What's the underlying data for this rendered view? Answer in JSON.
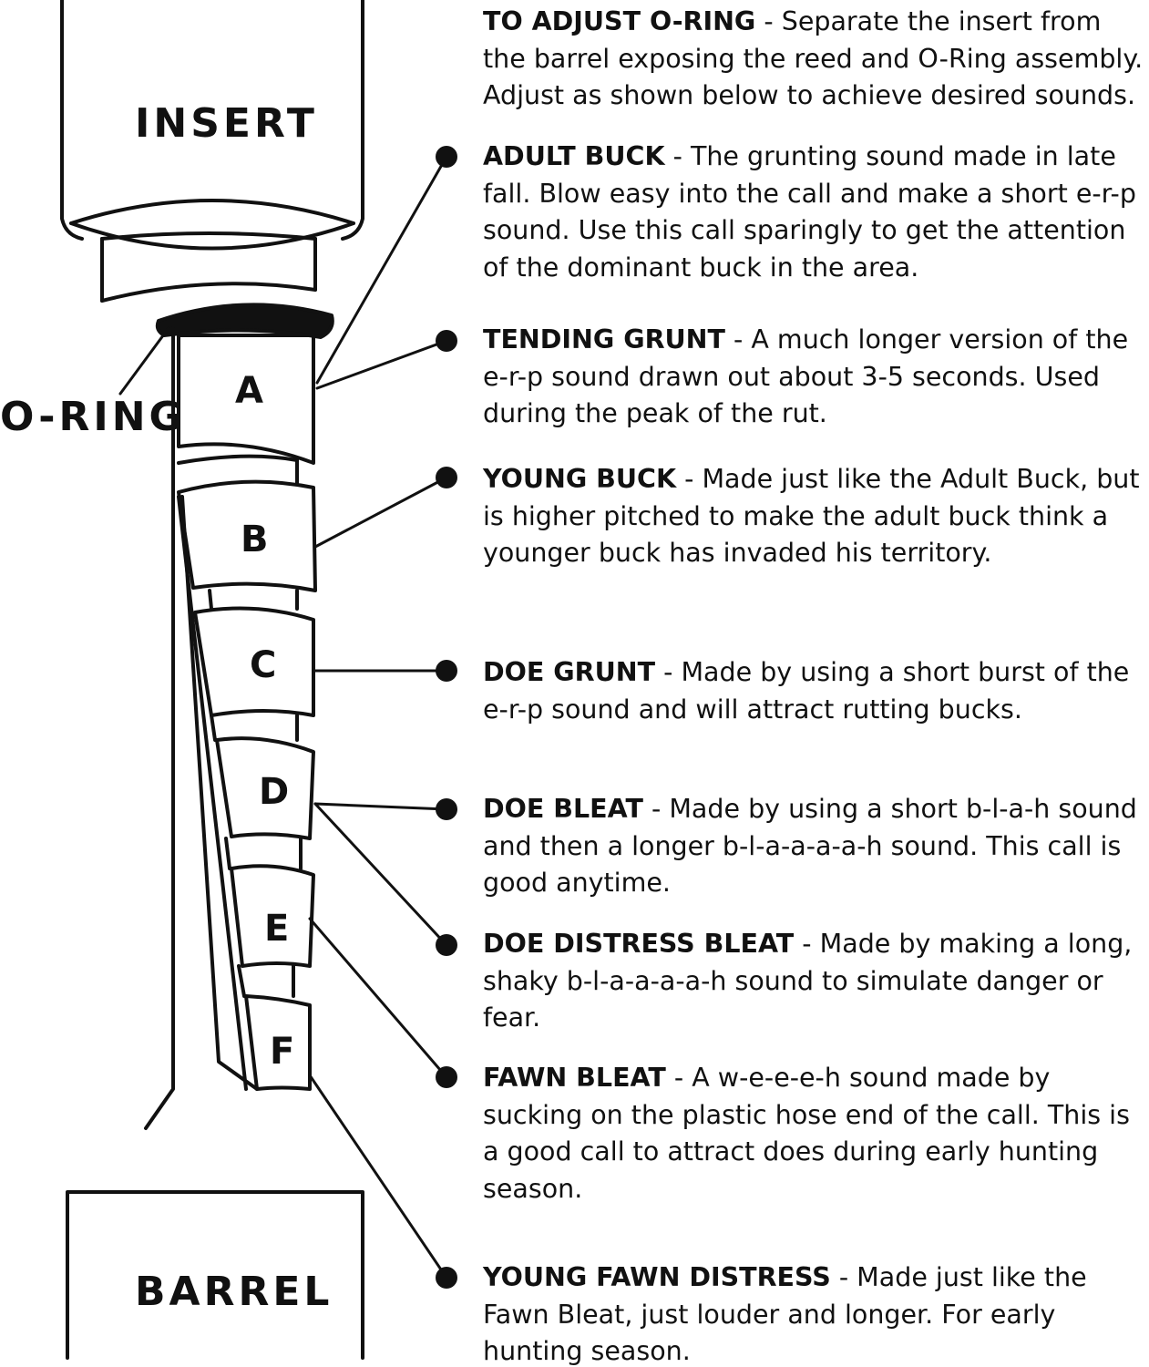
{
  "labels": {
    "insert": "INSERT",
    "oring": "O-RING",
    "barrel": "BARREL"
  },
  "rings": [
    "A",
    "B",
    "C",
    "D",
    "E",
    "F"
  ],
  "intro": {
    "title": "TO ADJUST O-RING",
    "text": "Separate the insert from the barrel exposing the reed and O-Ring assembly. Adjust as shown below to achieve desired sounds."
  },
  "calls": [
    {
      "title": "ADULT BUCK",
      "text": "The grunting sound made in late fall. Blow easy into the call and make a short e-r-p sound. Use this call sparingly to get the attention of the dominant buck in the area."
    },
    {
      "title": "TENDING GRUNT",
      "text": "A much longer version of the e-r-p sound drawn out about 3-5 seconds. Used during the peak of the rut."
    },
    {
      "title": "YOUNG BUCK",
      "text": "Made just like the Adult Buck, but is higher pitched to make the adult buck think a younger buck has invaded his territory."
    },
    {
      "title": "DOE GRUNT",
      "text": "Made by using a short burst of the e-r-p sound and will attract rutting bucks."
    },
    {
      "title": "DOE BLEAT",
      "text": "Made by using a short b-l-a-h sound and then a longer b-l-a-a-a-a-h sound. This call is good anytime."
    },
    {
      "title": "DOE DISTRESS BLEAT",
      "text": "Made by making a long, shaky b-l-a-a-a-a-h sound to simulate danger or fear."
    },
    {
      "title": "FAWN BLEAT",
      "text": "A w-e-e-e-h sound made by sucking on the plastic hose end of the call. This is a good call to attract does during early hunting season."
    },
    {
      "title": "YOUNG FAWN DISTRESS",
      "text": "Made just like the Fawn Bleat, just louder and longer. For early hunting season."
    }
  ],
  "separator": " - "
}
